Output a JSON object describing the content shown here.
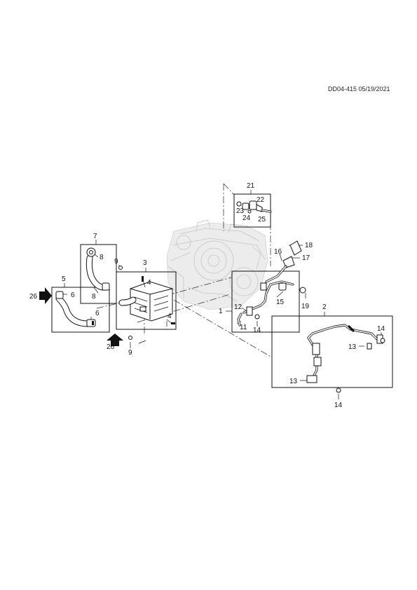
{
  "document_code": "DD04-415 05/19/2021",
  "callouts": {
    "c1": "1",
    "c2": "2",
    "c3": "3",
    "c4a": "4",
    "c4b": "4",
    "c5": "5",
    "c6a": "6",
    "c6b": "6",
    "c7": "7",
    "c8a": "8",
    "c8b": "8",
    "c9a": "9",
    "c9b": "9",
    "c11": "11",
    "c12": "12",
    "c13a": "13",
    "c13b": "13",
    "c14a": "14",
    "c14b": "14",
    "c14c": "14",
    "c15": "15",
    "c16": "16",
    "c17": "17",
    "c18": "18",
    "c19": "19",
    "c21": "21",
    "c22": "22",
    "c23": "23",
    "c24": "24",
    "c25": "25",
    "c26a": "26",
    "c26b": "26"
  },
  "icons": {
    "view_arrow_side": "arrow-right-solid",
    "view_arrow_up": "arrow-up-solid"
  }
}
